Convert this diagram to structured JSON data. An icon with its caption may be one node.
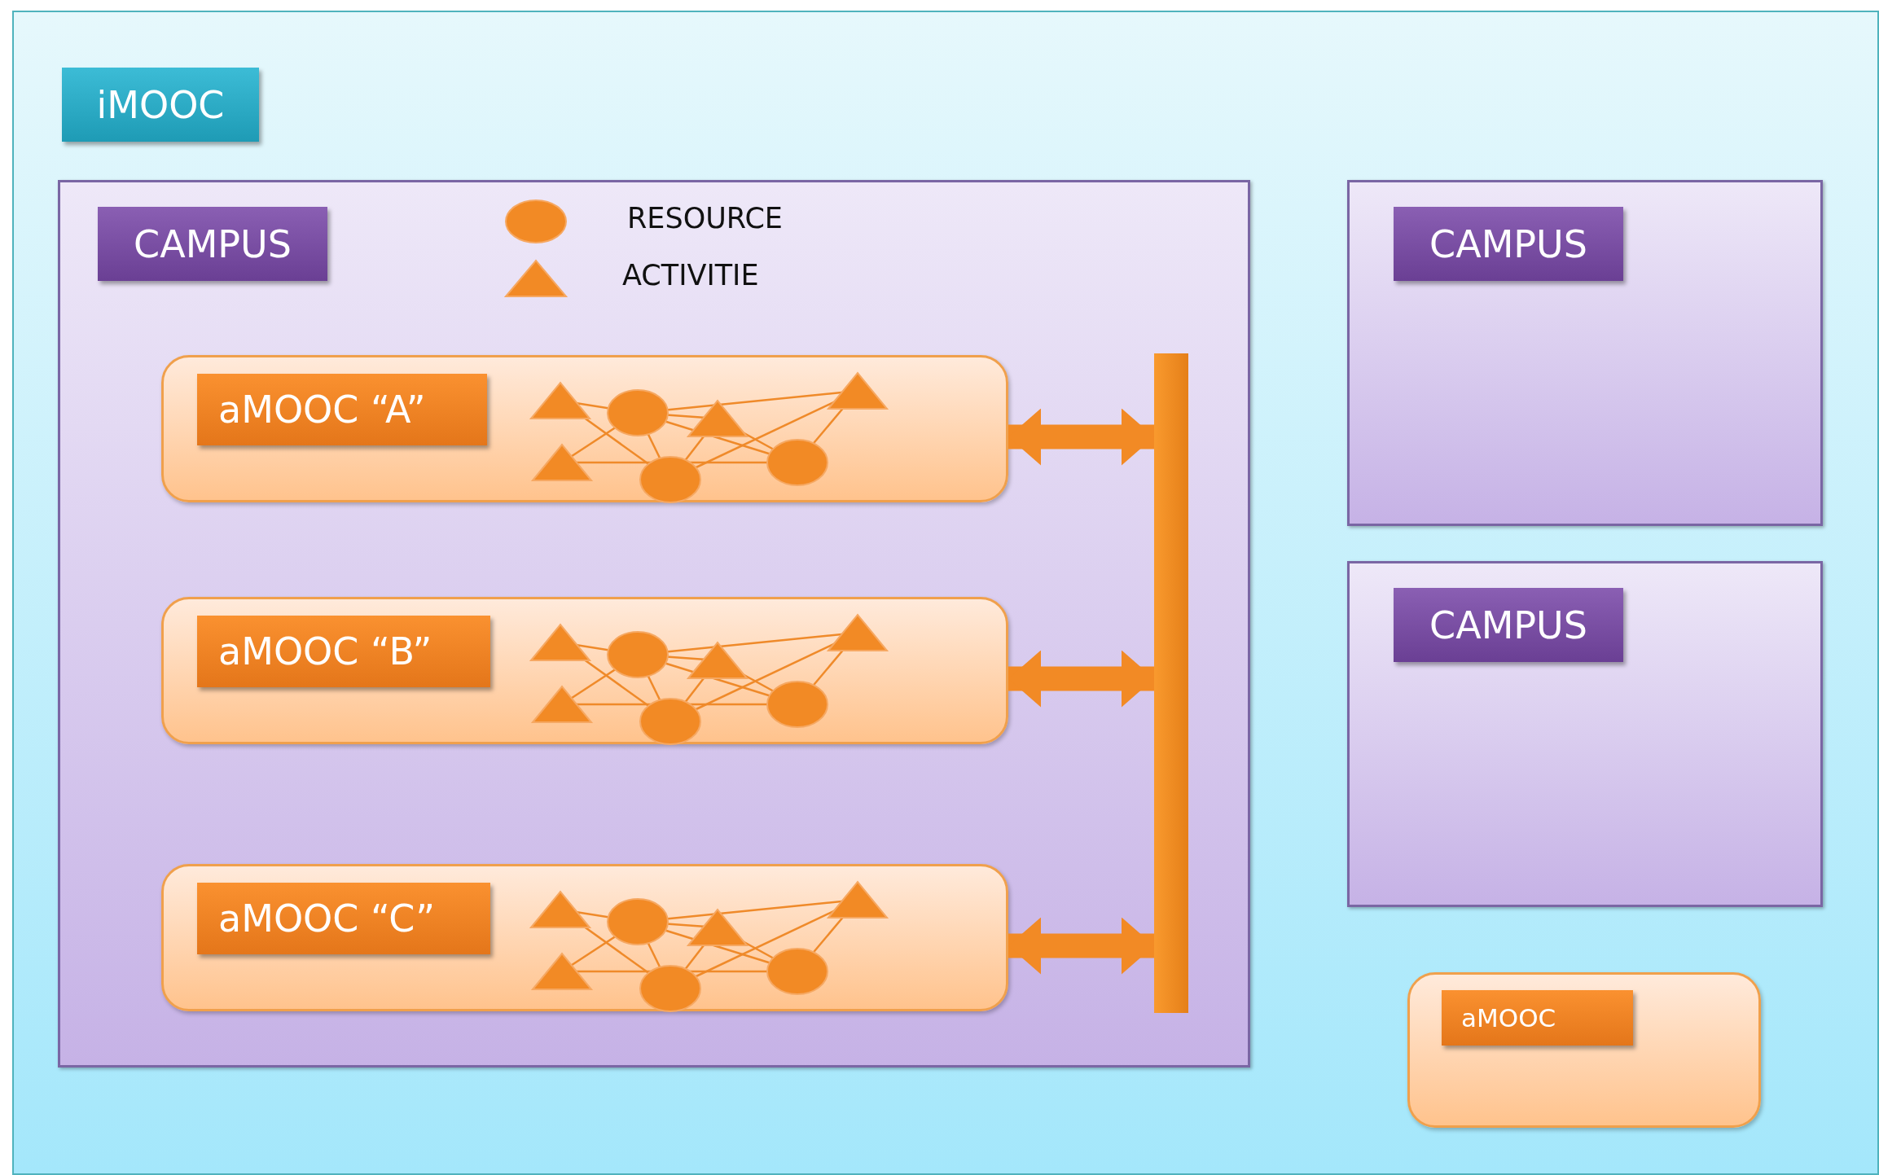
{
  "diagram": {
    "nodes": [
      {
        "text": [
          "iMOOC"
        ]
      },
      {
        "text": [
          "CAMPUS"
        ],
        "in": 0
      },
      {
        "text": [
          "aMOOC “A”"
        ],
        "in": 1
      },
      {
        "text": [
          "aMOOC “B”"
        ],
        "in": 1
      },
      {
        "text": [
          "aMOOC “C”"
        ],
        "in": 1
      },
      {
        "text": [],
        "shape": "bar",
        "in": 1
      },
      {
        "text": [
          "CAMPUS"
        ],
        "in": 0
      },
      {
        "text": [
          "CAMPUS"
        ],
        "in": 0
      },
      {
        "text": [
          "aMOOC"
        ],
        "in": 0
      }
    ],
    "edges": [
      {
        "from": 2,
        "to": 5,
        "arrow": "both"
      },
      {
        "from": 3,
        "to": 5,
        "arrow": "both"
      },
      {
        "from": 4,
        "to": 5,
        "arrow": "both"
      }
    ],
    "legend": [
      {
        "text": "RESOURCE"
      },
      {
        "text": "ACTIVITIE"
      }
    ]
  }
}
